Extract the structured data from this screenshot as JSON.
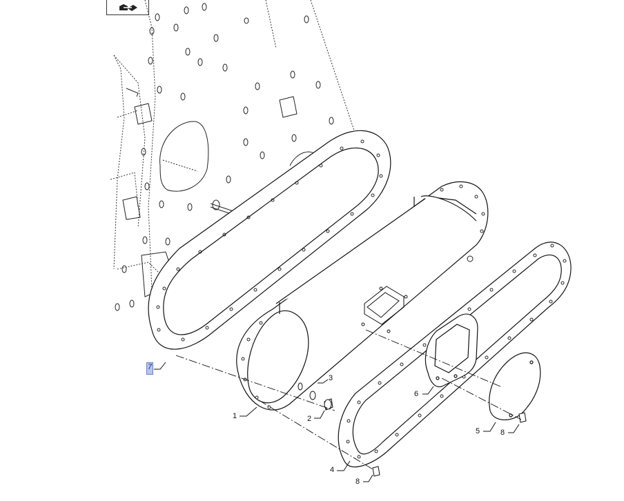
{
  "callouts": {
    "c1": "1",
    "c2": "2",
    "c3": "3",
    "c4": "4",
    "c5": "5",
    "c6": "6",
    "c7": "7",
    "c8a": "8",
    "c8b": "8"
  },
  "icons": {
    "badge": "parts-view-icon"
  },
  "colors": {
    "line": "#111111",
    "highlight": "#b7c6ef"
  }
}
